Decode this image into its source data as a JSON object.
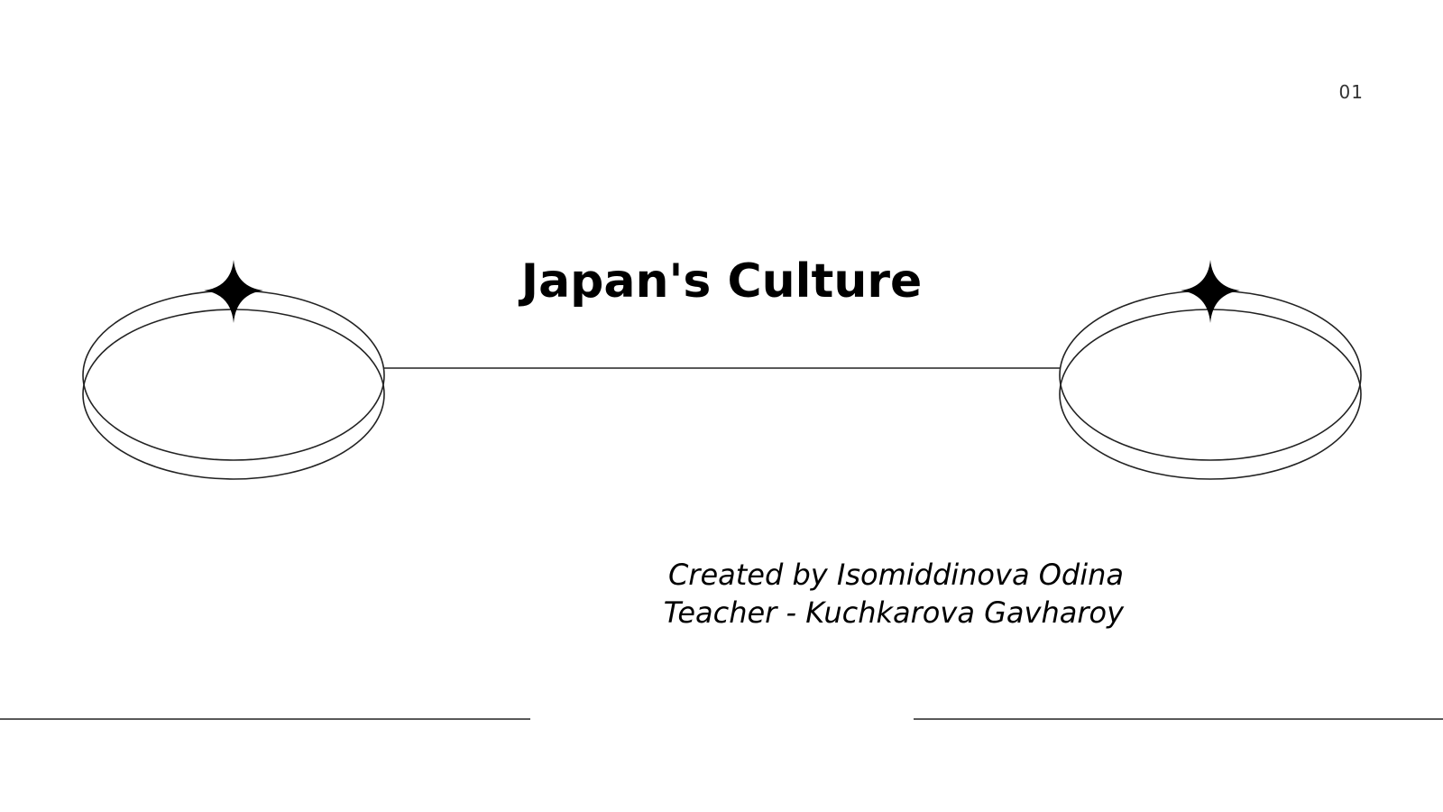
{
  "slide": {
    "number": "01",
    "title": "Japan's Culture",
    "credits": {
      "created_by": "Created by Isomiddinova Odina",
      "teacher": "Teacher - Kuchkarova Gavharoy"
    }
  },
  "icons": [
    "sparkle-star-icon",
    "ring-ellipse-icon"
  ],
  "colors": {
    "background": "#ffffff",
    "text": "#000000",
    "line": "#222222"
  }
}
